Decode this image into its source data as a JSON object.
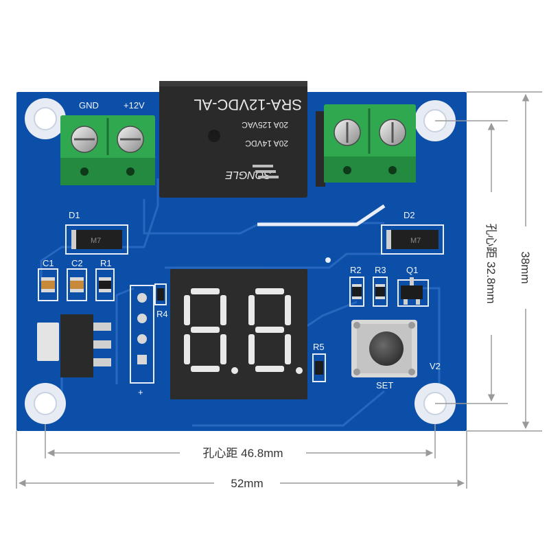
{
  "board": {
    "terminal_left_labels": [
      "GND",
      "+12V"
    ],
    "relay": {
      "model": "SRA-12VDC-AL",
      "rating_line1": "20A 125VAC",
      "rating_line2": "20A 14VDC",
      "brand": "SONGLE"
    },
    "components": {
      "d1": "D1",
      "d2": "D2",
      "c1": "C1",
      "c2": "C2",
      "r1": "R1",
      "r2": "R2",
      "r3": "R3",
      "q1": "Q1",
      "r4": "R4",
      "r5": "R5",
      "v2": "V2",
      "plus": "+",
      "set": "SET",
      "diode_mark": "M7"
    },
    "display_digits": "8.8."
  },
  "dimensions": {
    "width_label": "52mm",
    "height_label": "38mm",
    "hole_h_label": "孔心距 46.8mm",
    "hole_v_label": "孔心距 32.8mm"
  },
  "colors": {
    "pcb": "#0b4fa8",
    "terminal": "#2fa84f",
    "relay": "#2a2a2a",
    "display": "#2c2c2c",
    "segment": "#e9e9e9"
  }
}
